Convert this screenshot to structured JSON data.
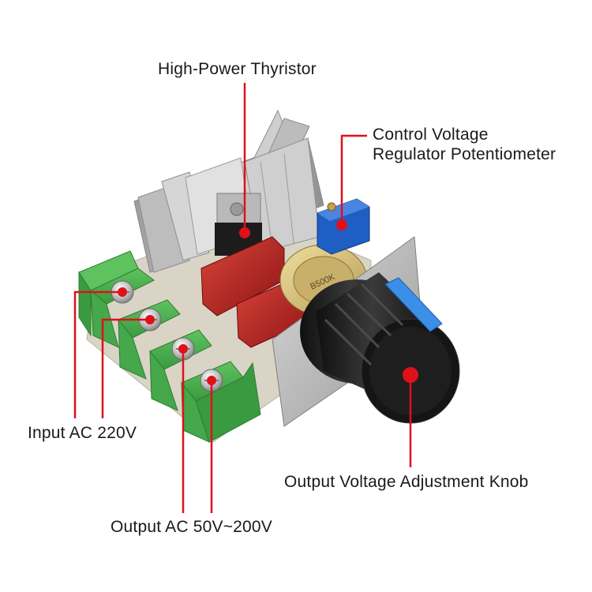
{
  "labels": {
    "thyristor": "High-Power Thyristor",
    "control_line1": "Control Voltage",
    "control_line2": "Regulator Potentiometer",
    "input": "Input AC 220V",
    "output": "Output AC 50V~200V",
    "knob": "Output Voltage Adjustment Knob"
  },
  "potentiometer_marking": "B500K",
  "colors": {
    "callout": "#e0101a",
    "terminal_green": "#4caf50",
    "capacitor_red": "#b5191c",
    "trimmer_blue": "#1f5fc4",
    "knob_black": "#1c1c1c",
    "knob_stripe": "#3b8fe6",
    "heatsink": "#c9c9c9",
    "pcb": "#d9d4c5"
  }
}
